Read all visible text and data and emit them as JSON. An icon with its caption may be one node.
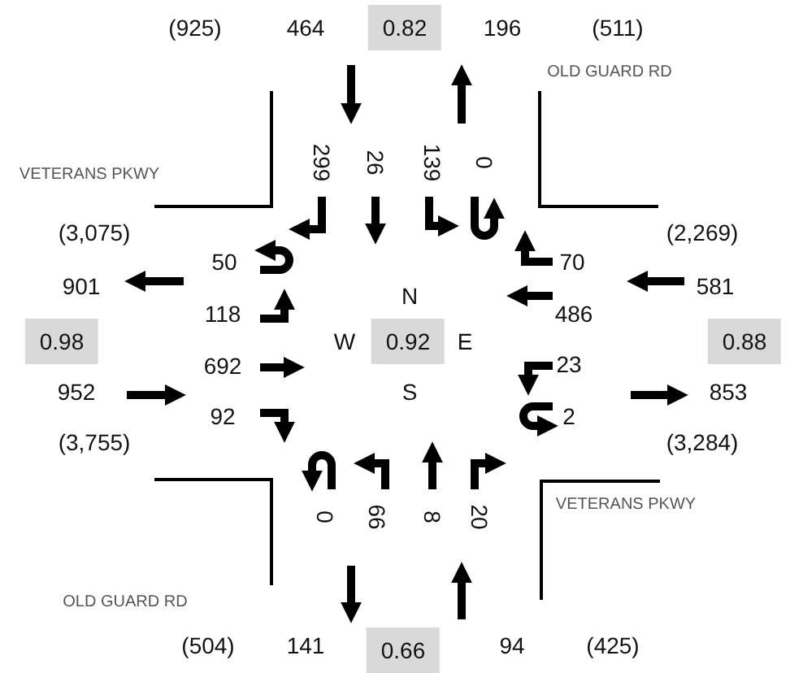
{
  "diagram": {
    "labels": [
      "(925)",
      "464",
      "0.82",
      "196",
      "(511)",
      "OLD GUARD RD",
      "299",
      "26",
      "139",
      "0",
      "VETERANS PKWY",
      "(3,075)",
      "(2,269)",
      "50",
      "70",
      "901",
      "581",
      "118",
      "486",
      "N",
      "0.98",
      "W",
      "0.92",
      "E",
      "0.88",
      "692",
      "23",
      "952",
      "S",
      "853",
      "92",
      "2",
      "(3,755)",
      "(3,284)",
      "0",
      "66",
      "8",
      "20",
      "VETERANS PKWY",
      "OLD GUARD RD",
      "(504)",
      "141",
      "0.66",
      "94",
      "(425)"
    ]
  }
}
